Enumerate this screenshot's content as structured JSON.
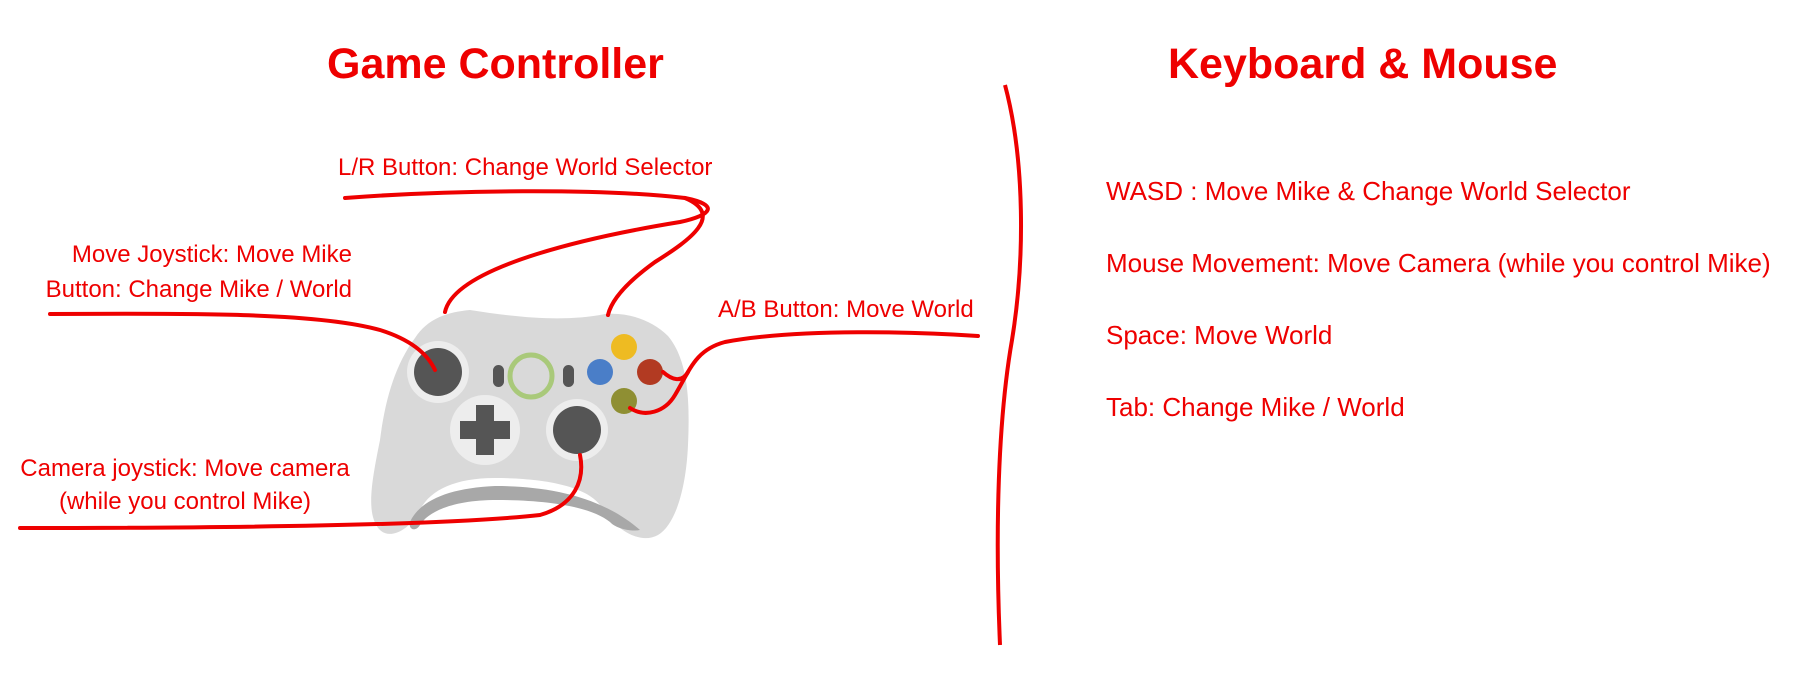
{
  "controller_section": {
    "title": "Game Controller",
    "labels": {
      "lr_button": "L/R Button: Change World Selector",
      "move_joystick_line1": "Move Joystick: Move Mike",
      "move_joystick_line2": "Button: Change Mike / World",
      "ab_button": "A/B Button: Move World",
      "camera_joystick_line1": "Camera joystick: Move camera",
      "camera_joystick_line2": "(while you control Mike)"
    }
  },
  "keyboard_section": {
    "title": "Keyboard & Mouse",
    "items": [
      "WASD : Move Mike & Change World Selector",
      "Mouse Movement: Move Camera (while you control Mike)",
      "Space: Move World",
      "Tab: Change Mike / World"
    ]
  },
  "colors": {
    "accent_red": "#ee0000",
    "controller_body": "#d9d9d9",
    "face_button_yellow": "#eebb22",
    "face_button_blue": "#4a7ec8",
    "face_button_red": "#b23a22",
    "face_button_green": "#8f8f33",
    "guide_ring": "#a9c97a"
  }
}
